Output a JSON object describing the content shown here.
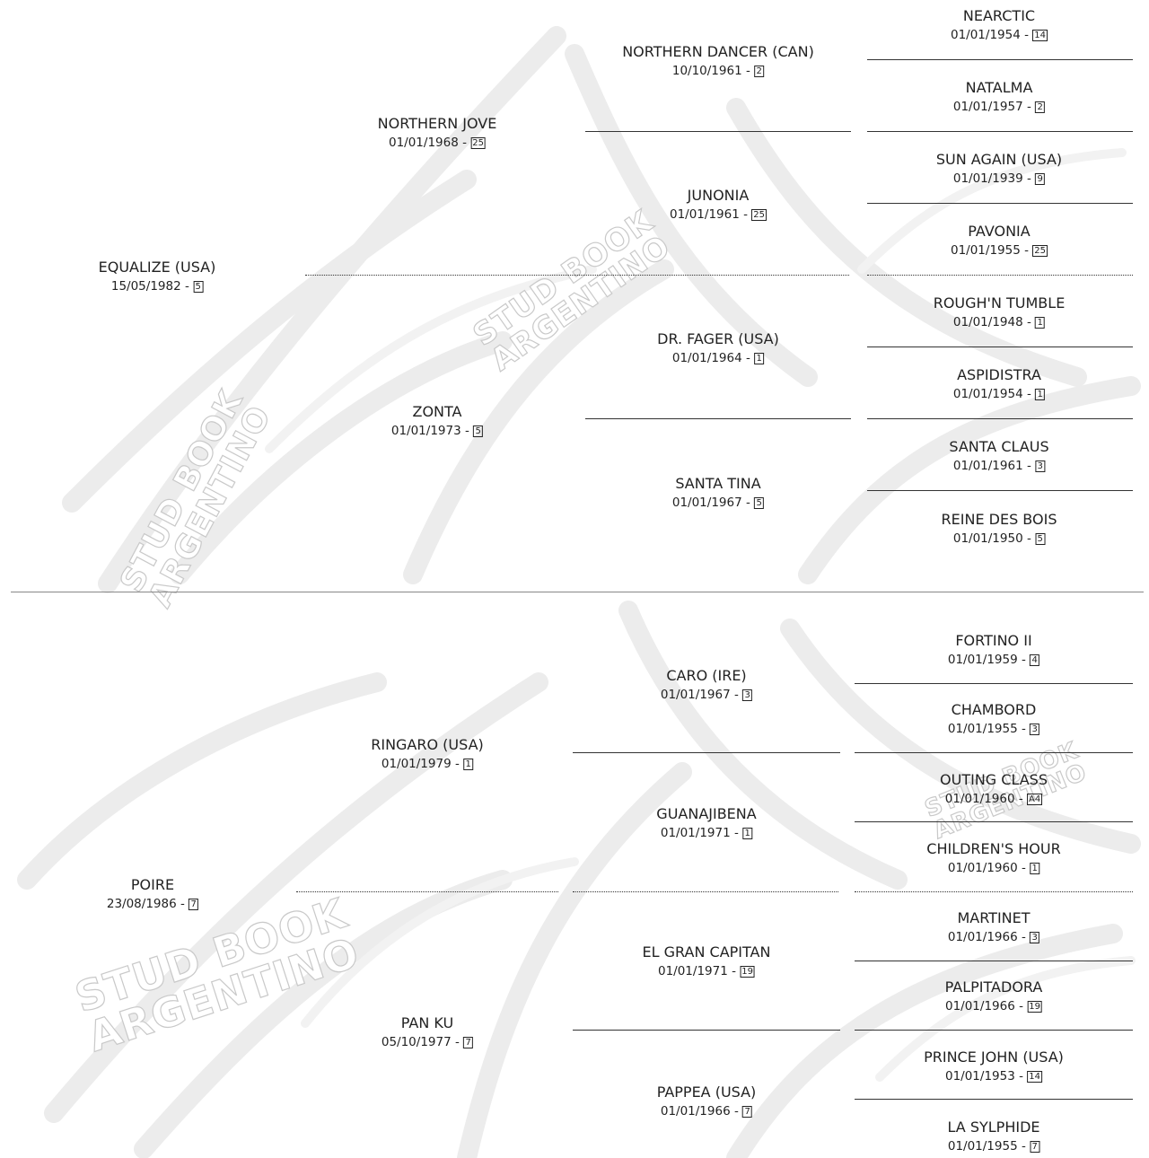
{
  "colors": {
    "text": "#222222",
    "line": "#333333",
    "watermark_outline": "#c9c9c9",
    "background_art": "#ececec"
  },
  "watermark": {
    "line1": "STUD BOOK",
    "line2": "ARGENTINO"
  },
  "pedigrees": [
    {
      "horse": {
        "name": "EQUALIZE (USA)",
        "date": "15/05/1982",
        "badge": "5"
      },
      "sire": {
        "name": "NORTHERN JOVE",
        "date": "01/01/1968",
        "badge": "25"
      },
      "dam": {
        "name": "ZONTA",
        "date": "01/01/1973",
        "badge": "5"
      },
      "sire_sire": {
        "name": "NORTHERN DANCER (CAN)",
        "date": "10/10/1961",
        "badge": "2"
      },
      "sire_dam": {
        "name": "JUNONIA",
        "date": "01/01/1961",
        "badge": "25"
      },
      "dam_sire": {
        "name": "DR. FAGER (USA)",
        "date": "01/01/1964",
        "badge": "1"
      },
      "dam_dam": {
        "name": "SANTA TINA",
        "date": "01/01/1967",
        "badge": "5"
      },
      "g3": [
        {
          "name": "NEARCTIC",
          "date": "01/01/1954",
          "badge": "14"
        },
        {
          "name": "NATALMA",
          "date": "01/01/1957",
          "badge": "2"
        },
        {
          "name": "SUN AGAIN (USA)",
          "date": "01/01/1939",
          "badge": "9"
        },
        {
          "name": "PAVONIA",
          "date": "01/01/1955",
          "badge": "25"
        },
        {
          "name": "ROUGH'N TUMBLE",
          "date": "01/01/1948",
          "badge": "1"
        },
        {
          "name": "ASPIDISTRA",
          "date": "01/01/1954",
          "badge": "1"
        },
        {
          "name": "SANTA CLAUS",
          "date": "01/01/1961",
          "badge": "3"
        },
        {
          "name": "REINE DES BOIS",
          "date": "01/01/1950",
          "badge": "5"
        }
      ]
    },
    {
      "horse": {
        "name": "POIRE",
        "date": "23/08/1986",
        "badge": "7"
      },
      "sire": {
        "name": "RINGARO (USA)",
        "date": "01/01/1979",
        "badge": "1"
      },
      "dam": {
        "name": "PAN KU",
        "date": "05/10/1977",
        "badge": "7"
      },
      "sire_sire": {
        "name": "CARO (IRE)",
        "date": "01/01/1967",
        "badge": "3"
      },
      "sire_dam": {
        "name": "GUANAJIBENA",
        "date": "01/01/1971",
        "badge": "1"
      },
      "dam_sire": {
        "name": "EL GRAN CAPITAN",
        "date": "01/01/1971",
        "badge": "19"
      },
      "dam_dam": {
        "name": "PAPPEA (USA)",
        "date": "01/01/1966",
        "badge": "7"
      },
      "g3": [
        {
          "name": "FORTINO II",
          "date": "01/01/1959",
          "badge": "4"
        },
        {
          "name": "CHAMBORD",
          "date": "01/01/1955",
          "badge": "3"
        },
        {
          "name": "OUTING CLASS",
          "date": "01/01/1960",
          "badge": "A4"
        },
        {
          "name": "CHILDREN'S HOUR",
          "date": "01/01/1960",
          "badge": "1"
        },
        {
          "name": "MARTINET",
          "date": "01/01/1966",
          "badge": "3"
        },
        {
          "name": "PALPITADORA",
          "date": "01/01/1966",
          "badge": "19"
        },
        {
          "name": "PRINCE JOHN (USA)",
          "date": "01/01/1953",
          "badge": "14"
        },
        {
          "name": "LA SYLPHIDE",
          "date": "01/01/1955",
          "badge": "7"
        }
      ]
    }
  ]
}
